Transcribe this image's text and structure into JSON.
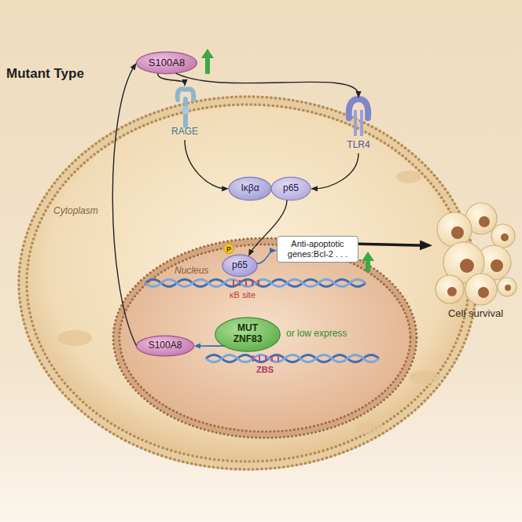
{
  "diagram": {
    "title": "Mutant Type",
    "nodes": [
      {
        "text": [
          "S100A8"
        ]
      },
      {
        "text": [
          "Cytoplasm"
        ]
      },
      {
        "text": [
          "RAGE"
        ],
        "in": 1
      },
      {
        "text": [
          "TLR4"
        ],
        "in": 1
      },
      {
        "text": [
          "Iκβα"
        ],
        "in": 1
      },
      {
        "text": [
          "p65"
        ],
        "in": 1
      },
      {
        "text": [
          "Nucleus"
        ],
        "in": 1
      },
      {
        "text": [
          "p65"
        ],
        "in": 6
      },
      {
        "text": [
          "Anti-apoptotic genes:Bcl-2 . . ."
        ],
        "in": 1
      },
      {
        "text": [
          "S100A8"
        ],
        "in": 6
      },
      {
        "text": [
          "MUT ZNF83"
        ],
        "in": 6
      },
      {
        "text": [
          "Cell survival"
        ]
      }
    ],
    "edges": [
      {
        "from": 0,
        "to": 2,
        "arrow": "to"
      },
      {
        "from": 0,
        "to": 3,
        "arrow": "to"
      },
      {
        "from": 2,
        "to": 4,
        "arrow": "to"
      },
      {
        "from": 3,
        "to": 5,
        "arrow": "to"
      },
      {
        "from": 5,
        "to": 7,
        "arrow": "to"
      },
      {
        "from": 7,
        "to": 8,
        "arrow": "to"
      },
      {
        "from": 8,
        "to": 11,
        "arrow": "to"
      },
      {
        "from": 10,
        "to": 9,
        "arrow": "to"
      },
      {
        "from": 9,
        "to": 0,
        "arrow": "to"
      }
    ],
    "labels": [
      "P",
      "κB site",
      "ZBS",
      "or low express"
    ]
  }
}
